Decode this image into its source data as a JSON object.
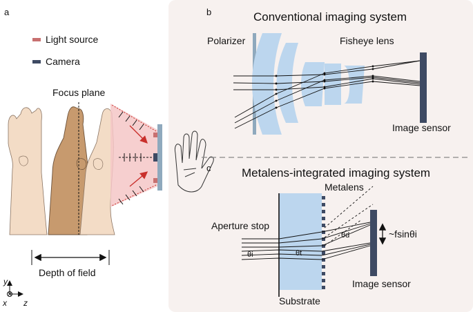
{
  "panels": {
    "a": {
      "label": "a",
      "legend": [
        {
          "label": "Light source",
          "color": "#c87070"
        },
        {
          "label": "Camera",
          "color": "#3e4a63"
        }
      ],
      "focus_plane": "Focus plane",
      "depth_of_field": "Depth of field",
      "axes": {
        "y": "y",
        "x": "x",
        "z": "z"
      }
    },
    "b": {
      "label": "b",
      "title": "Conventional imaging system",
      "polarizer": "Polarizer",
      "fisheye_lens": "Fisheye lens",
      "image_sensor": "Image sensor"
    },
    "c": {
      "label": "c",
      "title": "Metalens-integrated imaging system",
      "metalens": "Metalens",
      "aperture_stop": "Aperture stop",
      "image_sensor": "Image sensor",
      "substrate": "Substrate",
      "theta_i": "θi",
      "theta_t": "θt",
      "theta_d": "θd",
      "image_height": "~fsinθi"
    }
  },
  "colors": {
    "panel_bg": "#f7f1ef",
    "lens_blue": "#bcd6ee",
    "sensor": "#3e4a63",
    "light_source": "#c87070",
    "light_field": "#f4c7c7",
    "ray_red": "#c9302c",
    "polarizer": "#8fa9bd"
  }
}
